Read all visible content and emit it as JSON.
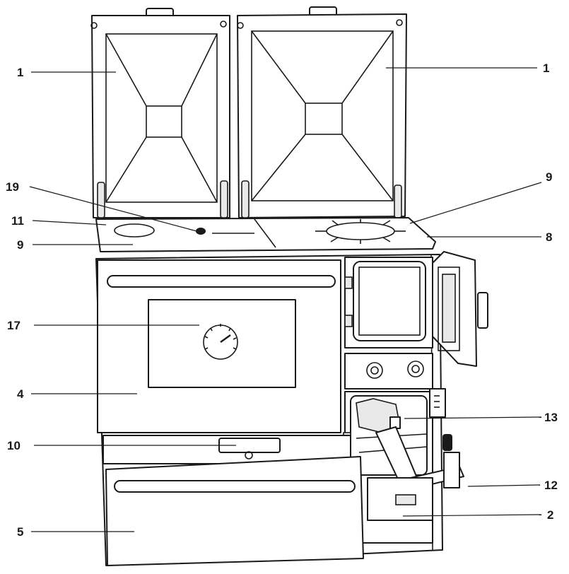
{
  "diagram": {
    "callouts": [
      {
        "id": "c1-left",
        "label": "1"
      },
      {
        "id": "c1-right",
        "label": "1"
      },
      {
        "id": "c19",
        "label": "19"
      },
      {
        "id": "c9-right",
        "label": "9"
      },
      {
        "id": "c11",
        "label": "11"
      },
      {
        "id": "c8",
        "label": "8"
      },
      {
        "id": "c9-left",
        "label": "9"
      },
      {
        "id": "c17",
        "label": "17"
      },
      {
        "id": "c4",
        "label": "4"
      },
      {
        "id": "c13",
        "label": "13"
      },
      {
        "id": "c10",
        "label": "10"
      },
      {
        "id": "c12",
        "label": "12"
      },
      {
        "id": "c2",
        "label": "2"
      },
      {
        "id": "c5",
        "label": "5"
      }
    ]
  }
}
